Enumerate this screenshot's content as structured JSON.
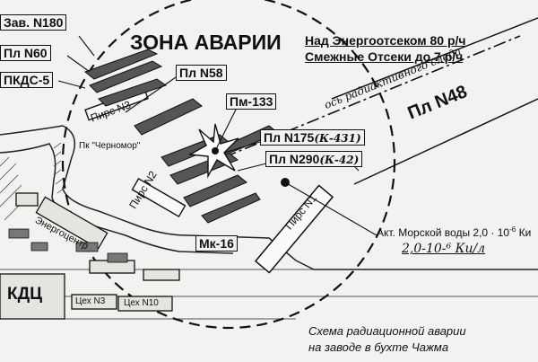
{
  "zone_title": "ЗОНА АВАРИИ",
  "dose_notes": {
    "over_reactor": "Над Энергоотсеком 80 р/ч",
    "adjacent": "Смежные Отсеки до 7 р/ч"
  },
  "trace_label": "ось радиактивного следа",
  "labels": {
    "zav": "Зав. N180",
    "pl60": "Пл N60",
    "pkds": "ПКДС-5",
    "pier3": "Пирс N3",
    "pl58": "Пл N58",
    "pm133": "Пм-133",
    "pl175": "Пл N175",
    "pl175_note": "(К-431)",
    "pl290": "Пл N290",
    "pl290_note": "(К-42)",
    "pl48": "Пл N48",
    "chernomor": "Пк \"Черномор\"",
    "pier2": "Пирс N2",
    "pier1": "Пирс N1",
    "mk16": "Мк-16",
    "energo": "Энергоцентр",
    "kdc": "КДЦ",
    "ceh3": "Цех N3",
    "ceh10": "Цех N10"
  },
  "seawater": {
    "label": "Акт. Морской воды 2,0 · 10",
    "exp": "-6",
    "unit": "Ки",
    "handwritten": "2,0-10-⁶ Ки/л"
  },
  "caption": {
    "line1": "Схема радиационной аварии",
    "line2": "на заводе в бухте Чажма"
  }
}
